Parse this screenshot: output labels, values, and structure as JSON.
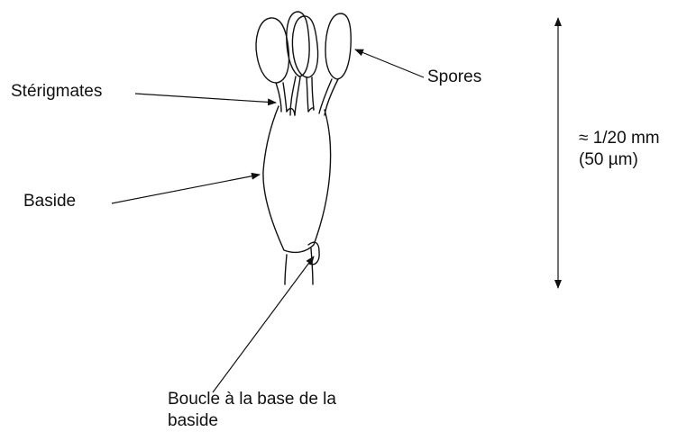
{
  "labels": {
    "sterigmates": "Stérigmates",
    "spores": "Spores",
    "baside": "Baside",
    "scale_line1": "≈ 1/20 mm",
    "scale_line2": "(50 µm)",
    "boucle_line1": "Boucle à la base de la",
    "boucle_line2": "baside"
  },
  "colors": {
    "ink": "#111111",
    "background": "#ffffff"
  }
}
